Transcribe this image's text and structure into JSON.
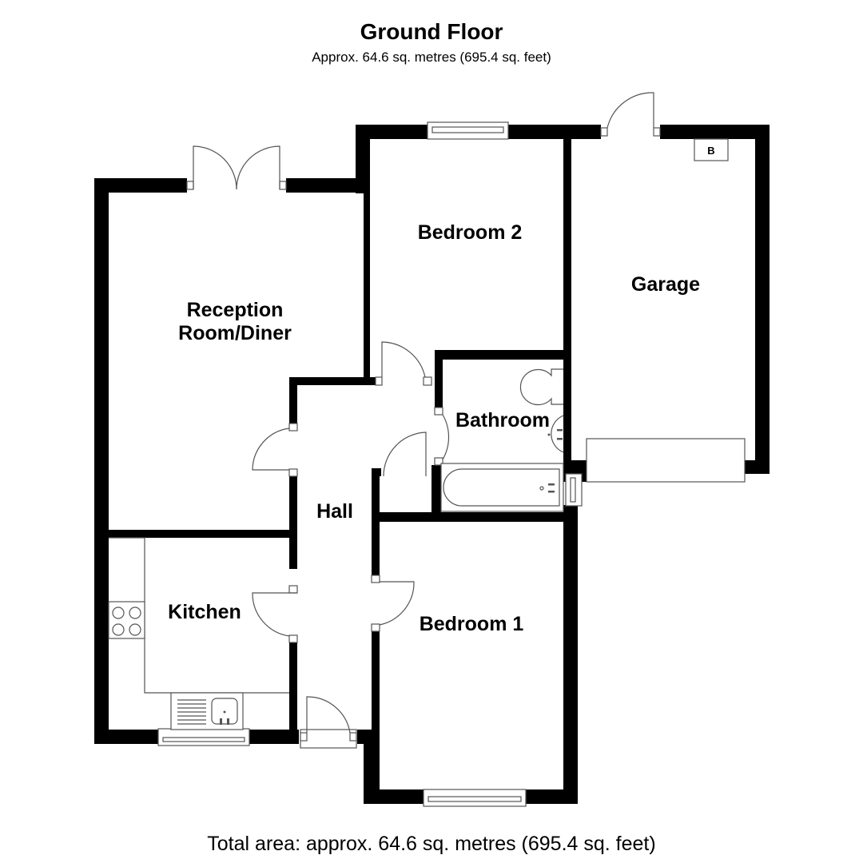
{
  "header": {
    "title": "Ground Floor",
    "subtitle": "Approx. 64.6 sq. metres (695.4 sq. feet)"
  },
  "rooms": {
    "reception_line1": "Reception",
    "reception_line2": "Room/Diner",
    "bedroom2": "Bedroom 2",
    "garage": "Garage",
    "bathroom": "Bathroom",
    "hall": "Hall",
    "kitchen": "Kitchen",
    "bedroom1": "Bedroom 1"
  },
  "fixtures": {
    "boiler_label": "B"
  },
  "footer": {
    "total_area": "Total area: approx. 64.6 sq. metres (695.4 sq. feet)"
  },
  "colors": {
    "wall": "#000000",
    "fixture_line": "#555555",
    "background": "#ffffff"
  }
}
